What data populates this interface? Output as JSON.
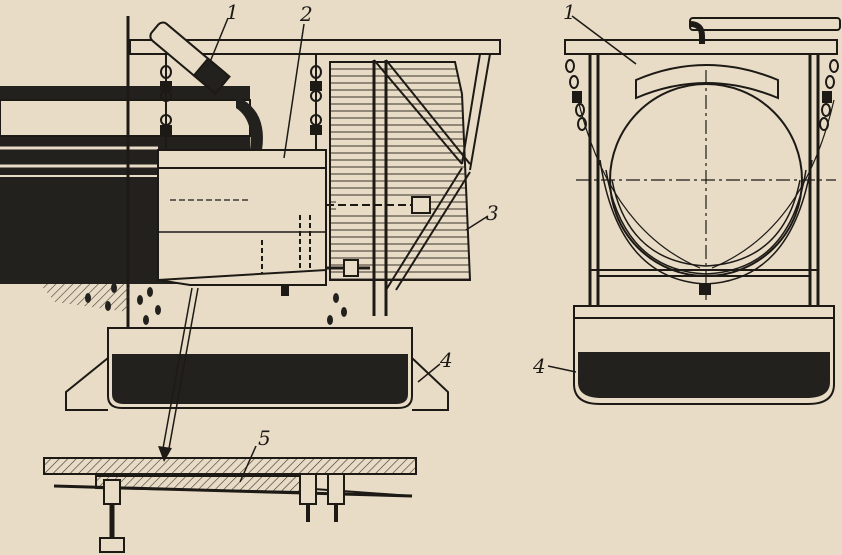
{
  "figure": {
    "callouts": {
      "left_1": "1",
      "left_2": "2",
      "left_3": "3",
      "left_4": "4",
      "detail_5": "5",
      "right_1": "1",
      "right_4": "4"
    }
  },
  "colors": {
    "paper": "#e8dcc6",
    "ink": "#1d1a16",
    "fill_dark": "#23211d",
    "hatch": "#5a5247"
  }
}
